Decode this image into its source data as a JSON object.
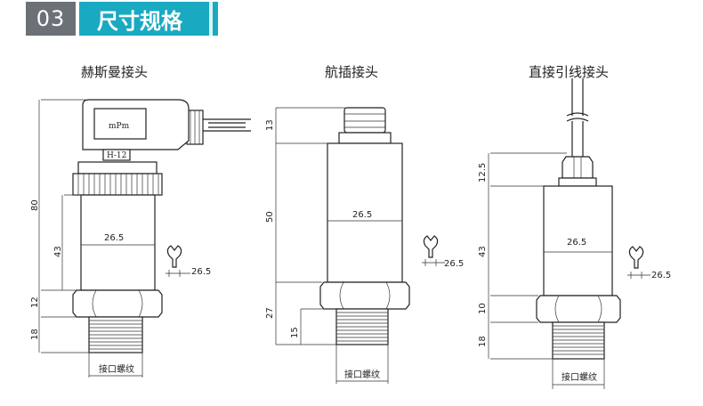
{
  "header": {
    "number": "03",
    "title": "尺寸规格"
  },
  "variants": [
    {
      "title": "赫斯曼接头",
      "connector_marks": [
        "mPm",
        "H-12"
      ],
      "dims": {
        "d_total": "80",
        "d_body": "43",
        "d_hex": "12",
        "d_thread": "18",
        "dia": "26.5",
        "wrench": "26.5"
      },
      "thread_label": "接口螺纹"
    },
    {
      "title": "航插接头",
      "dims": {
        "d_top": "13",
        "d_body": "50",
        "d_lower": "27",
        "d_thread": "15",
        "dia": "26.5",
        "wrench": "26.5"
      },
      "thread_label": "接口螺纹"
    },
    {
      "title": "直接引线接头",
      "dims": {
        "d_top": "12.5",
        "d_body": "43",
        "d_hex": "10",
        "d_thread": "18",
        "dia": "26.5",
        "wrench": "26.5"
      },
      "thread_label": "接口螺纹"
    }
  ]
}
